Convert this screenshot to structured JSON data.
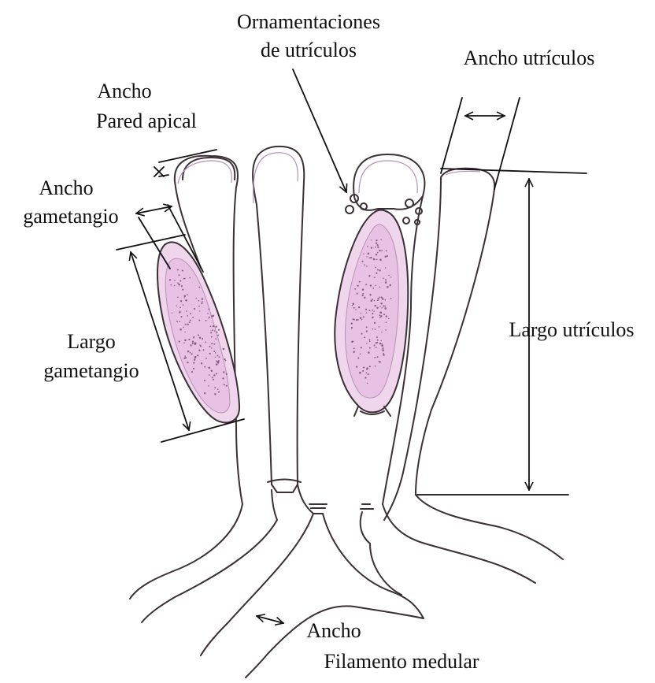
{
  "labels": {
    "ornamentaciones_line1": "Ornamentaciones",
    "ornamentaciones_line2": "de utrículos",
    "ancho_utriculos": "Ancho utrículos",
    "ancho_pared_line1": "Ancho",
    "ancho_pared_line2": "Pared apical",
    "ancho_gam_line1": "Ancho",
    "ancho_gam_line2": "gametangio",
    "largo_gam_line1": "Largo",
    "largo_gam_line2": "gametangio",
    "largo_utriculos": "Largo utrículos",
    "ancho_fil_line1": "Ancho",
    "ancho_fil_line2": "Filamento medular"
  },
  "colors": {
    "outline": "#3a3036",
    "gametangium_fill": "#efd6ec",
    "stipple": "#8a5a86",
    "measure_lines": "#111111"
  }
}
